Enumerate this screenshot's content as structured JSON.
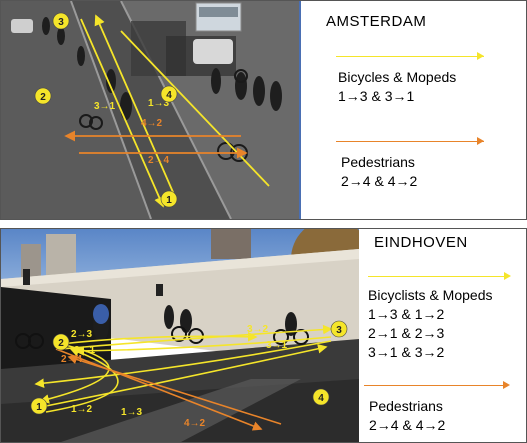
{
  "amsterdam": {
    "city": "AMSTERDAM",
    "bikes_title": "Bicycles & Mopeds",
    "bikes_routes": "1→3 & 3→1",
    "peds_title": "Pedestrians",
    "peds_routes": "2→4 & 4→2",
    "points": [
      "1",
      "2",
      "3",
      "4"
    ],
    "route_labels": [
      "3→1",
      "1→3",
      "4→2",
      "2→4"
    ]
  },
  "eindhoven": {
    "city": "EINDHOVEN",
    "bikes_title": "Bicyclists & Mopeds",
    "bikes_routes": [
      "1→3 & 1→2",
      "2→1 & 2→3",
      "3→1 & 3→2"
    ],
    "peds_title": "Pedestrians",
    "peds_routes": "2→4 & 4→2",
    "points": [
      "1",
      "2",
      "3",
      "4"
    ],
    "route_labels": [
      "2→3",
      "2→1",
      "2→4",
      "3→2",
      "3→1",
      "1→2",
      "1→3",
      "4→2"
    ]
  },
  "colors": {
    "bike_route": "#f5e52a",
    "ped_route": "#e8842a",
    "marker_fill": "#f5e52a",
    "marker_text": "#222222"
  }
}
